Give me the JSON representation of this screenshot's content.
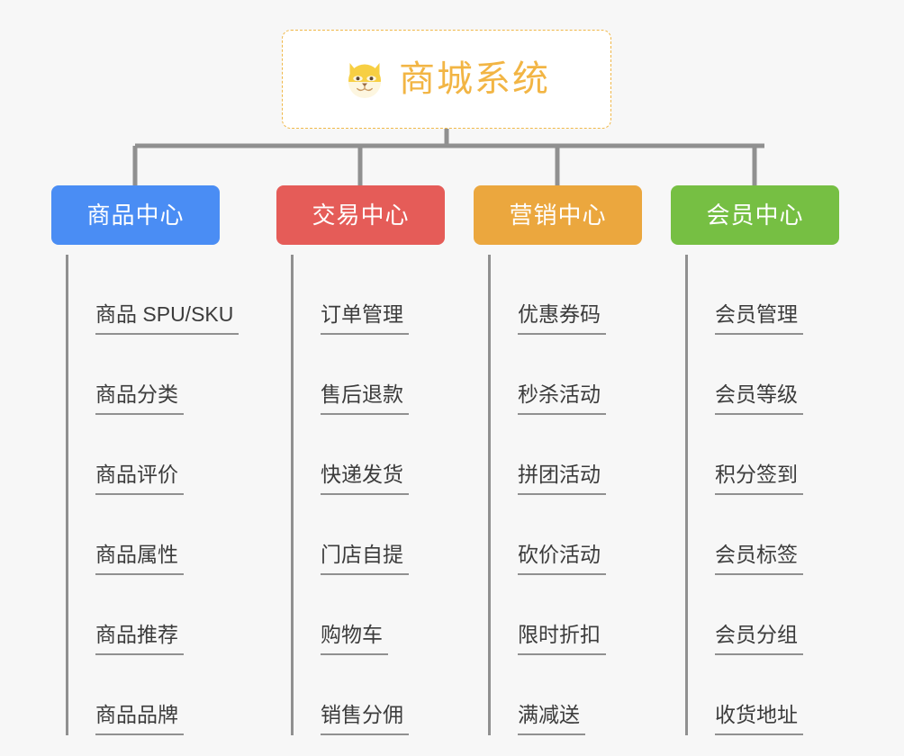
{
  "root": {
    "title": "商城系统",
    "icon": "shiba-dog-icon",
    "border_color": "#f0b849",
    "title_color": "#f2b544",
    "background": "#ffffff"
  },
  "canvas": {
    "background": "#f7f7f7",
    "line_color": "#909090"
  },
  "columns": [
    {
      "label": "商品中心",
      "color": "#4a8df4",
      "items": [
        "商品 SPU/SKU",
        "商品分类",
        "商品评价",
        "商品属性",
        "商品推荐",
        "商品品牌"
      ]
    },
    {
      "label": "交易中心",
      "color": "#e55c58",
      "items": [
        "订单管理",
        "售后退款",
        "快递发货",
        "门店自提",
        "购物车",
        "销售分佣"
      ]
    },
    {
      "label": "营销中心",
      "color": "#eba73e",
      "items": [
        "优惠券码",
        "秒杀活动",
        "拼团活动",
        "砍价活动",
        "限时折扣",
        "满减送"
      ]
    },
    {
      "label": "会员中心",
      "color": "#76bf43",
      "items": [
        "会员管理",
        "会员等级",
        "积分签到",
        "会员标签",
        "会员分组",
        "收货地址"
      ]
    }
  ]
}
